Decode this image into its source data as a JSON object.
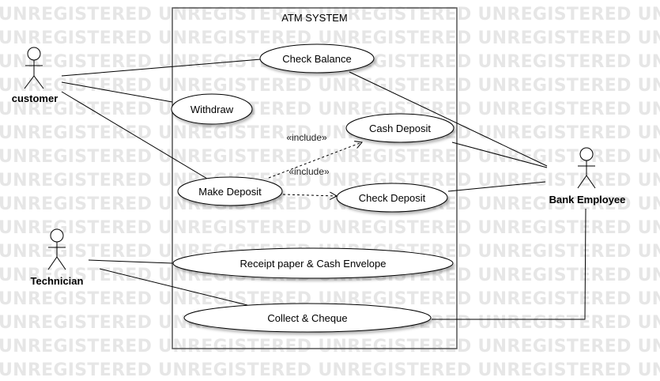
{
  "watermark": {
    "text": "UNREGISTERED",
    "color": "#e6e6e6"
  },
  "system": {
    "title": "ATM SYSTEM"
  },
  "actors": {
    "customer": "customer",
    "bank_employee": "Bank Employee",
    "technician": "Technician"
  },
  "use_cases": {
    "check_balance": "Check Balance",
    "withdraw": "Withdraw",
    "cash_deposit": "Cash Deposit",
    "make_deposit": "Make Deposit",
    "check_deposit": "Check Deposit",
    "receipt_paper": "Receipt paper & Cash Envelope",
    "collect_cheque": "Collect & Cheque"
  },
  "relations": {
    "include_label": "«include»"
  }
}
